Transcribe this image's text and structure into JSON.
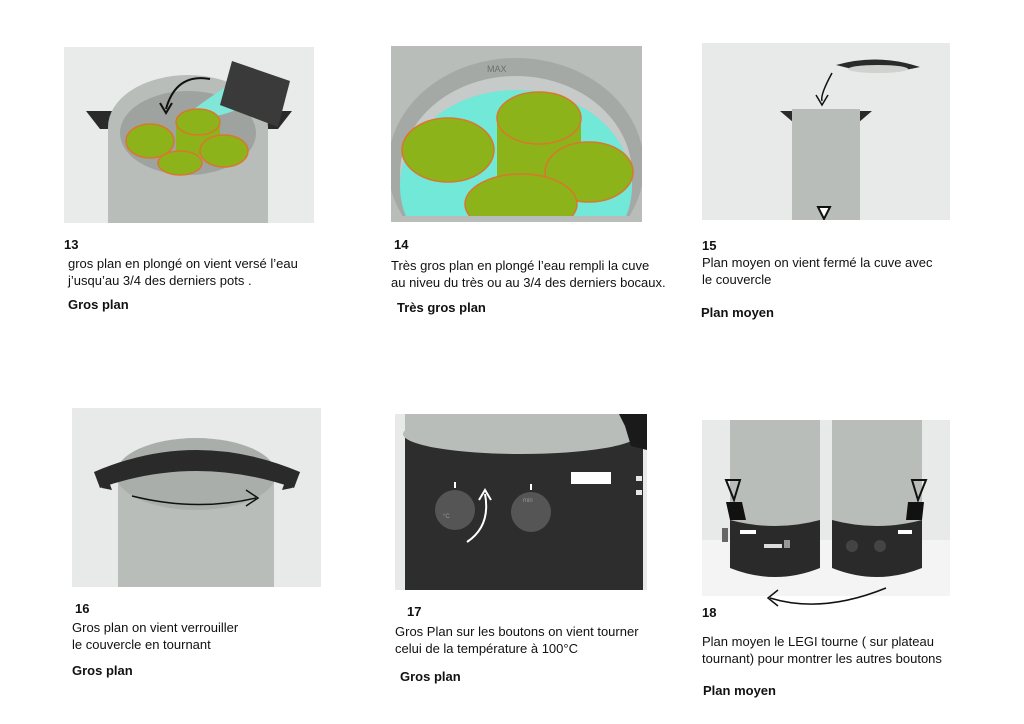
{
  "panels": [
    {
      "number": "13",
      "caption": "gros plan en plongé on vient versé l’eau\nj’usqu’au 3/4 des derniers pots .",
      "shot": "Gros plan"
    },
    {
      "number": "14",
      "caption": "Très gros plan en plongé l’eau rempli la cuve\nau niveu du très ou au 3/4 des derniers bocaux.",
      "shot": "Très gros plan",
      "pot_label": "MAX"
    },
    {
      "number": "15",
      "caption": "Plan moyen on vient fermé la cuve avec\nle couvercle",
      "shot": "Plan moyen"
    },
    {
      "number": "16",
      "caption": "Gros plan on vient verrouiller\nle couvercle en tournant",
      "shot": "Gros plan"
    },
    {
      "number": "17",
      "caption": "Gros Plan sur les boutons on vient tourner\ncelui de la température à 100°C",
      "shot": "Gros plan",
      "knob_label_left": "°C",
      "knob_label_right": "min"
    },
    {
      "number": "18",
      "caption": "Plan moyen le LEGI tourne ( sur plateau\ntournant) pour montrer les autres boutons",
      "shot": "Plan moyen"
    }
  ],
  "colors": {
    "background": "#e8eae9",
    "pot": "#b8bdba",
    "water": "#6fe8d8",
    "jar": "#8db31a",
    "jar_rim": "#d9772c",
    "handle": "#222222",
    "base": "#2e2e2e"
  }
}
